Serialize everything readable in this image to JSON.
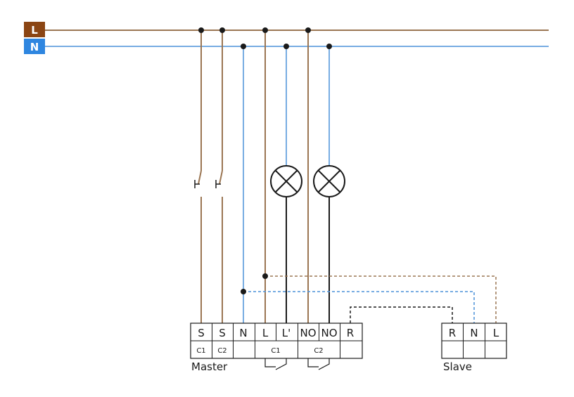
{
  "rails": {
    "line": {
      "label": "L",
      "color": "#9B7653",
      "badge_color": "#8B4513"
    },
    "neutral": {
      "label": "N",
      "color": "#4A90D9",
      "badge_color": "#2E86E0"
    }
  },
  "colors": {
    "switched": "#1a1a1a",
    "outline": "#1a1a1a"
  },
  "master": {
    "caption": "Master",
    "terminals": [
      "S",
      "S",
      "N",
      "L",
      "L'",
      "NO",
      "NO",
      "R"
    ],
    "channels": [
      "C1",
      "C2",
      "C1",
      "C2"
    ]
  },
  "slave": {
    "caption": "Slave",
    "terminals": [
      "R",
      "N",
      "L"
    ]
  }
}
